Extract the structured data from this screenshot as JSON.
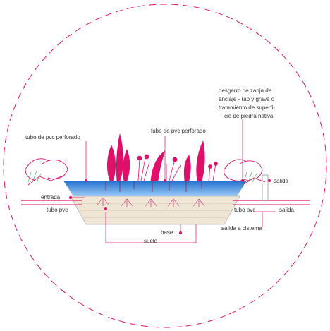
{
  "colors": {
    "accent": "#e0106a",
    "water": "#2f7fd4",
    "water_light": "#8fc3f0",
    "base": "#efe6d6",
    "line": "#555555"
  },
  "labels": {
    "desgarro_line1": "desgarro de zanja de",
    "desgarro_line2": "anclaje - rap y grava o",
    "desgarro_line3": "tratamiento de superfi-",
    "desgarro_line4": "cie de piedra nativa",
    "tubo_perforado_left": "tubo de pvc perforado",
    "tubo_perforado_center": "tubo de pvc perforado",
    "entrada": "entrada",
    "tubo_pvc_left": "tubo pvc",
    "tubo_pvc_right": "tubo pvc",
    "salida_upper": "salida",
    "salida_lower": "salida",
    "salida_cisterna": "salida a cisterna",
    "base": "base",
    "suelo": "suelo"
  }
}
